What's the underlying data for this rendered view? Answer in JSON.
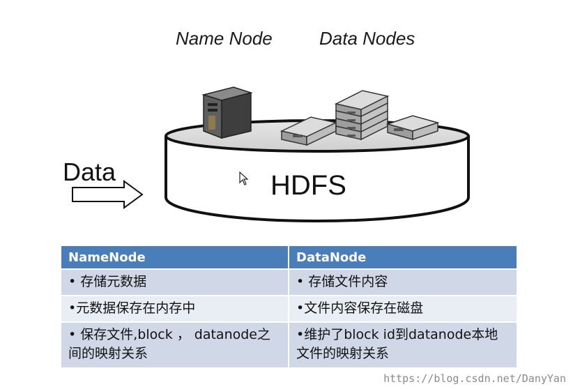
{
  "labels": {
    "name_node": "Name Node",
    "data_nodes": "Data Nodes",
    "data": "Data",
    "hdfs": "HDFS"
  },
  "table": {
    "headers": [
      "NameNode",
      "DataNode"
    ],
    "rows": [
      [
        "• 存储元数据",
        "• 存储文件内容"
      ],
      [
        "•元数据保存在内存中",
        "•文件内容保存在磁盘"
      ],
      [
        "• 保存文件,block ， datanode之间的映射关系",
        "•维护了block id到datanode本地文件的映射关系"
      ]
    ]
  },
  "watermark": "https://blog.csdn.net/DanyYan",
  "colors": {
    "header_bg": "#4a7ebb",
    "row_dark": "#d0d8e8",
    "row_light": "#e9edf4"
  }
}
